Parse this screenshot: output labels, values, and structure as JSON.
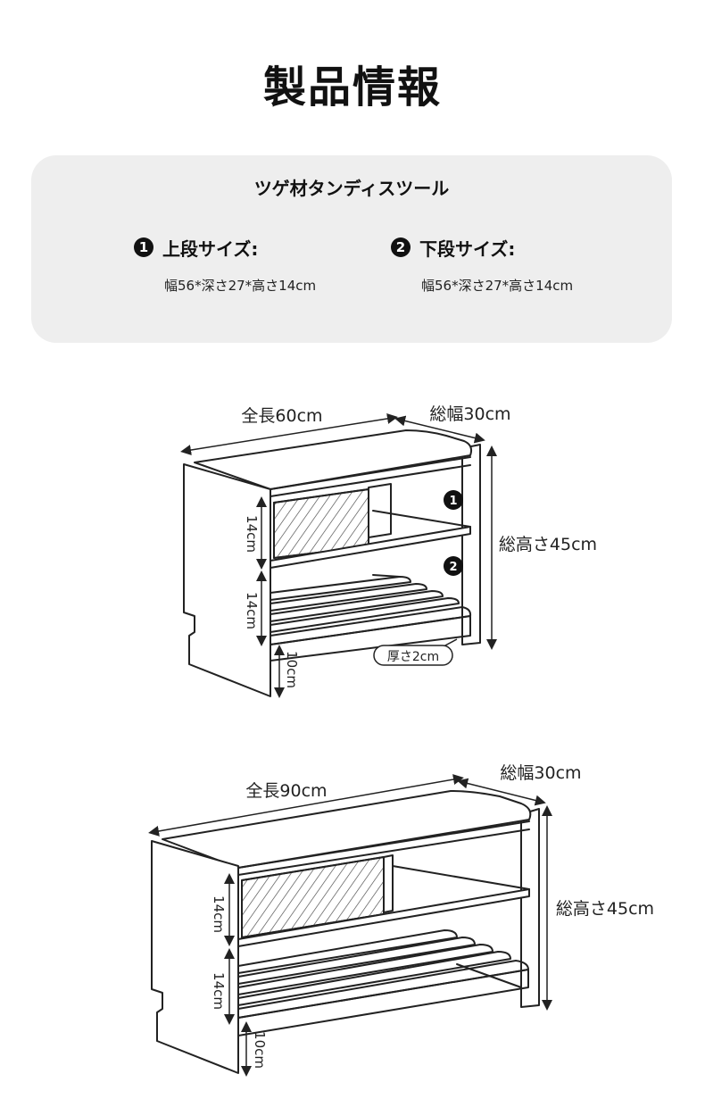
{
  "page_title": "製品情報",
  "product": {
    "name": "ツゲ材タンディスツール",
    "upper": {
      "badge": "1",
      "label": "上段サイズ:",
      "value": "幅56*深さ27*高さ14cm"
    },
    "lower": {
      "badge": "2",
      "label": "下段サイズ:",
      "value": "幅56*深さ27*高さ14cm"
    }
  },
  "diagram_small": {
    "length": "全長60cm",
    "width": "総幅30cm",
    "height": "総高さ45cm",
    "shelf_top": "14cm",
    "shelf_bottom": "14cm",
    "leg": "10cm",
    "thickness": "厚さ2cm",
    "badge_upper": "1",
    "badge_lower": "2"
  },
  "diagram_large": {
    "length": "全長90cm",
    "width": "総幅30cm",
    "height": "総高さ45cm",
    "shelf_top": "14cm",
    "shelf_bottom": "14cm",
    "leg": "10cm"
  }
}
